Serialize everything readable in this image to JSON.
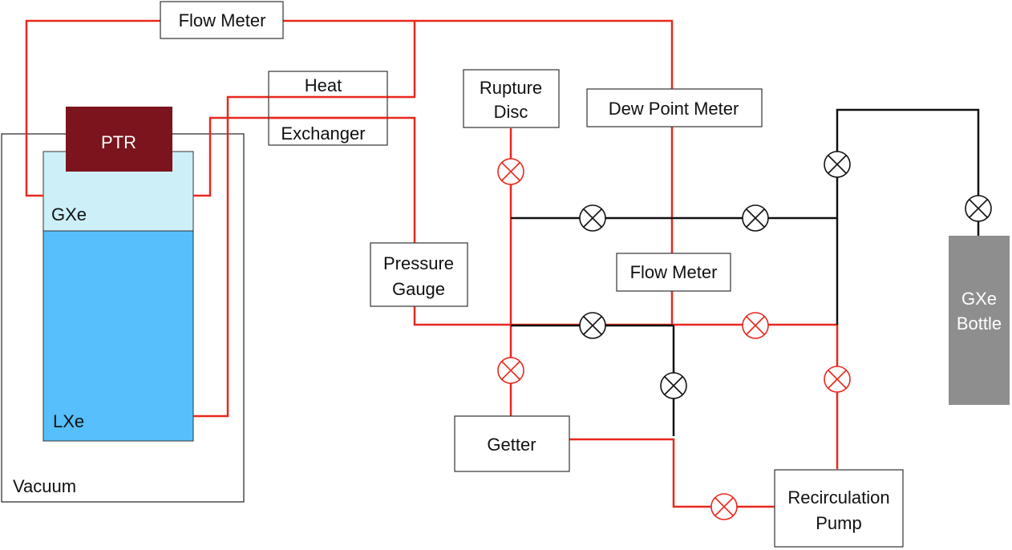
{
  "diagram": {
    "labels": {
      "flow_meter_top": "Flow Meter",
      "heat": "Heat",
      "exchanger": "Exchanger",
      "ptr": "PTR",
      "gxe": "GXe",
      "lxe": "LXe",
      "vacuum": "Vacuum",
      "rupture_line1": "Rupture",
      "rupture_line2": "Disc",
      "dew_point_meter": "Dew Point Meter",
      "pressure_line1": "Pressure",
      "pressure_line2": "Gauge",
      "flow_meter_mid": "Flow Meter",
      "getter": "Getter",
      "recirc_line1": "Recirculation",
      "recirc_line2": "Pump",
      "bottle_line1": "GXe",
      "bottle_line2": "Bottle"
    },
    "colors": {
      "red_line": "#e8281e",
      "black_line": "#111111",
      "ptr_fill": "#7b141d",
      "gxe_fill": "#cdeff7",
      "lxe_fill": "#56bffc",
      "bottle_fill": "#8e8e8e",
      "box_stroke": "#333333"
    },
    "valve_icon": "valve-circle-x-icon"
  }
}
